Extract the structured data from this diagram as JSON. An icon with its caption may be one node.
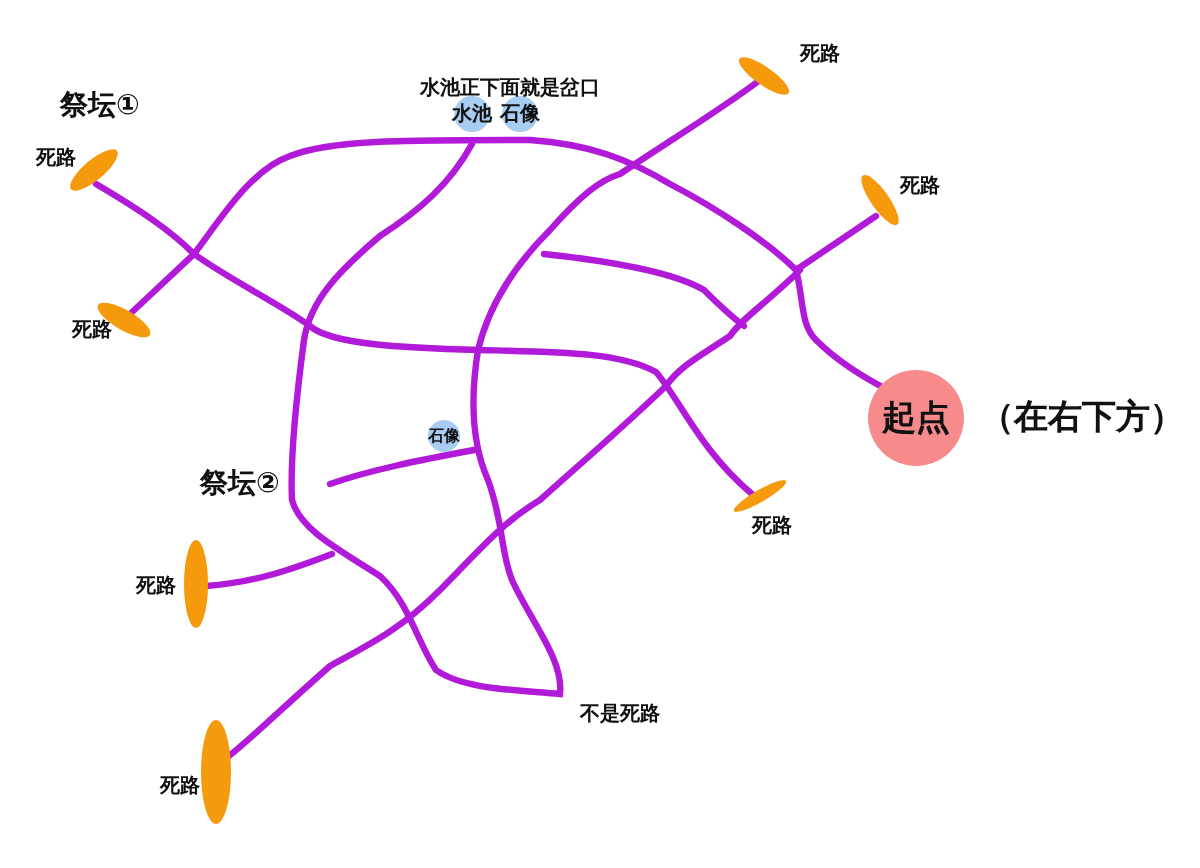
{
  "diagram": {
    "nodes": [
      {
        "text": [
          "水池"
        ]
      },
      {
        "text": [
          "石像"
        ]
      },
      {
        "text": [],
        "shape": "blot",
        "beside": [
          "死路"
        ]
      },
      {
        "text": [],
        "shape": "blot",
        "beside": [
          "死路"
        ]
      },
      {
        "text": [],
        "shape": "blot",
        "beside": [
          "死路"
        ]
      },
      {
        "text": [],
        "shape": "blot",
        "beside": [
          "死路"
        ]
      },
      {
        "text": [
          "起点"
        ],
        "beside": [
          "（在右下方）"
        ]
      },
      {
        "text": [
          "石像"
        ]
      },
      {
        "text": [],
        "shape": "blot",
        "beside": [
          "死路"
        ]
      },
      {
        "text": [],
        "shape": "blot",
        "beside": [
          "死路"
        ]
      },
      {
        "text": [],
        "shape": "blot",
        "beside": [
          "死路"
        ]
      }
    ],
    "labels": [
      "祭坛①",
      "水池正下面就是岔口",
      "祭坛②",
      "不是死路"
    ]
  }
}
